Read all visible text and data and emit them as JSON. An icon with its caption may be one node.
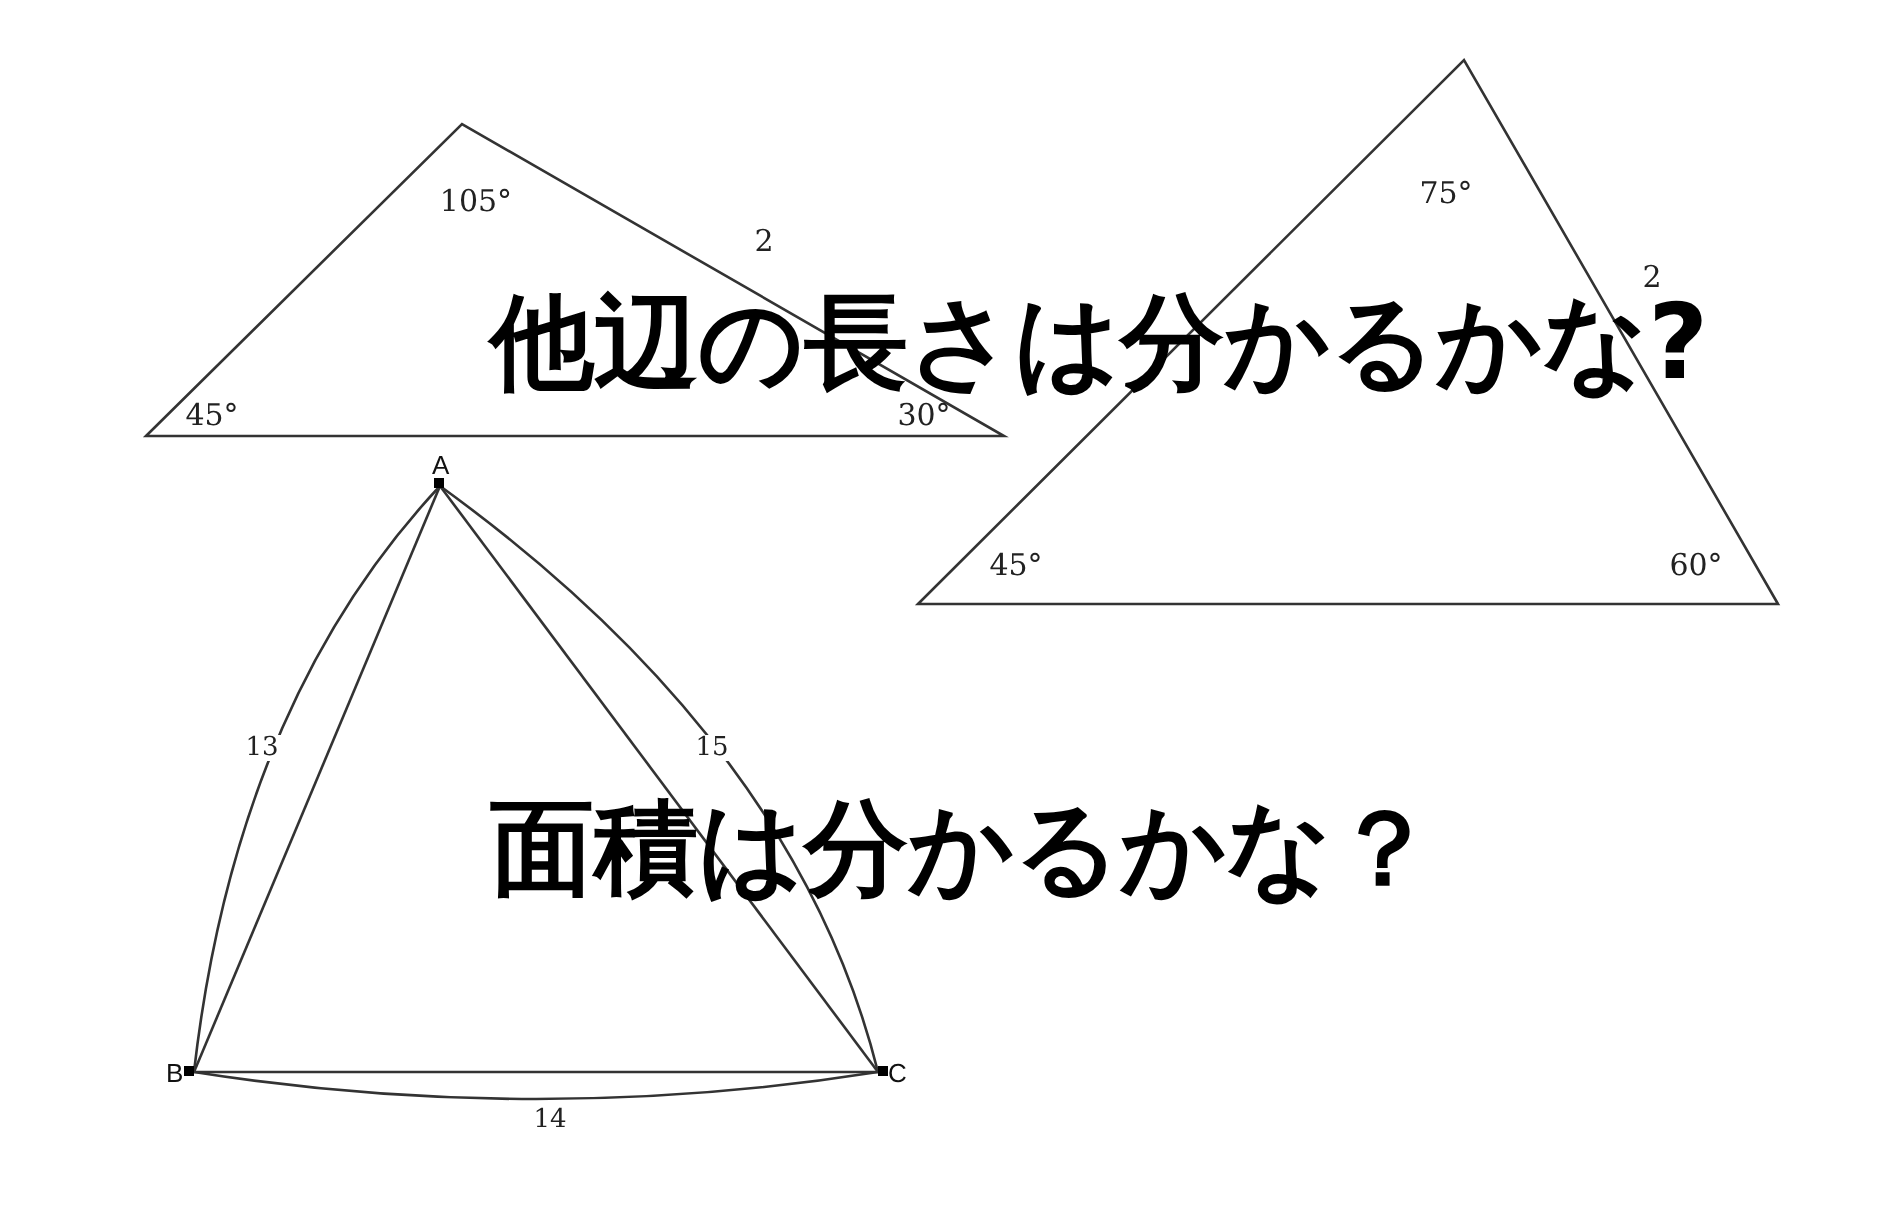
{
  "diagram": {
    "nodes": [
      {
        "text": [
          "A"
        ]
      },
      {
        "text": [
          "B"
        ]
      },
      {
        "text": [
          "C"
        ]
      }
    ],
    "edges": [
      {
        "from": 0,
        "to": 1,
        "arrow": "none"
      },
      {
        "from": 0,
        "to": 1,
        "arrow": "none",
        "label": "13"
      },
      {
        "from": 0,
        "to": 2,
        "arrow": "none"
      },
      {
        "from": 0,
        "to": 2,
        "arrow": "none",
        "label": "15"
      },
      {
        "from": 1,
        "to": 2,
        "arrow": "none"
      },
      {
        "from": 1,
        "to": 2,
        "arrow": "none",
        "label": "14"
      }
    ],
    "labels": [
      "75°",
      "105°",
      "2",
      "2",
      "他辺の長さは分かるかな?",
      "45°",
      "30°",
      "45°",
      "60°",
      "面積は分かるかな？"
    ]
  }
}
